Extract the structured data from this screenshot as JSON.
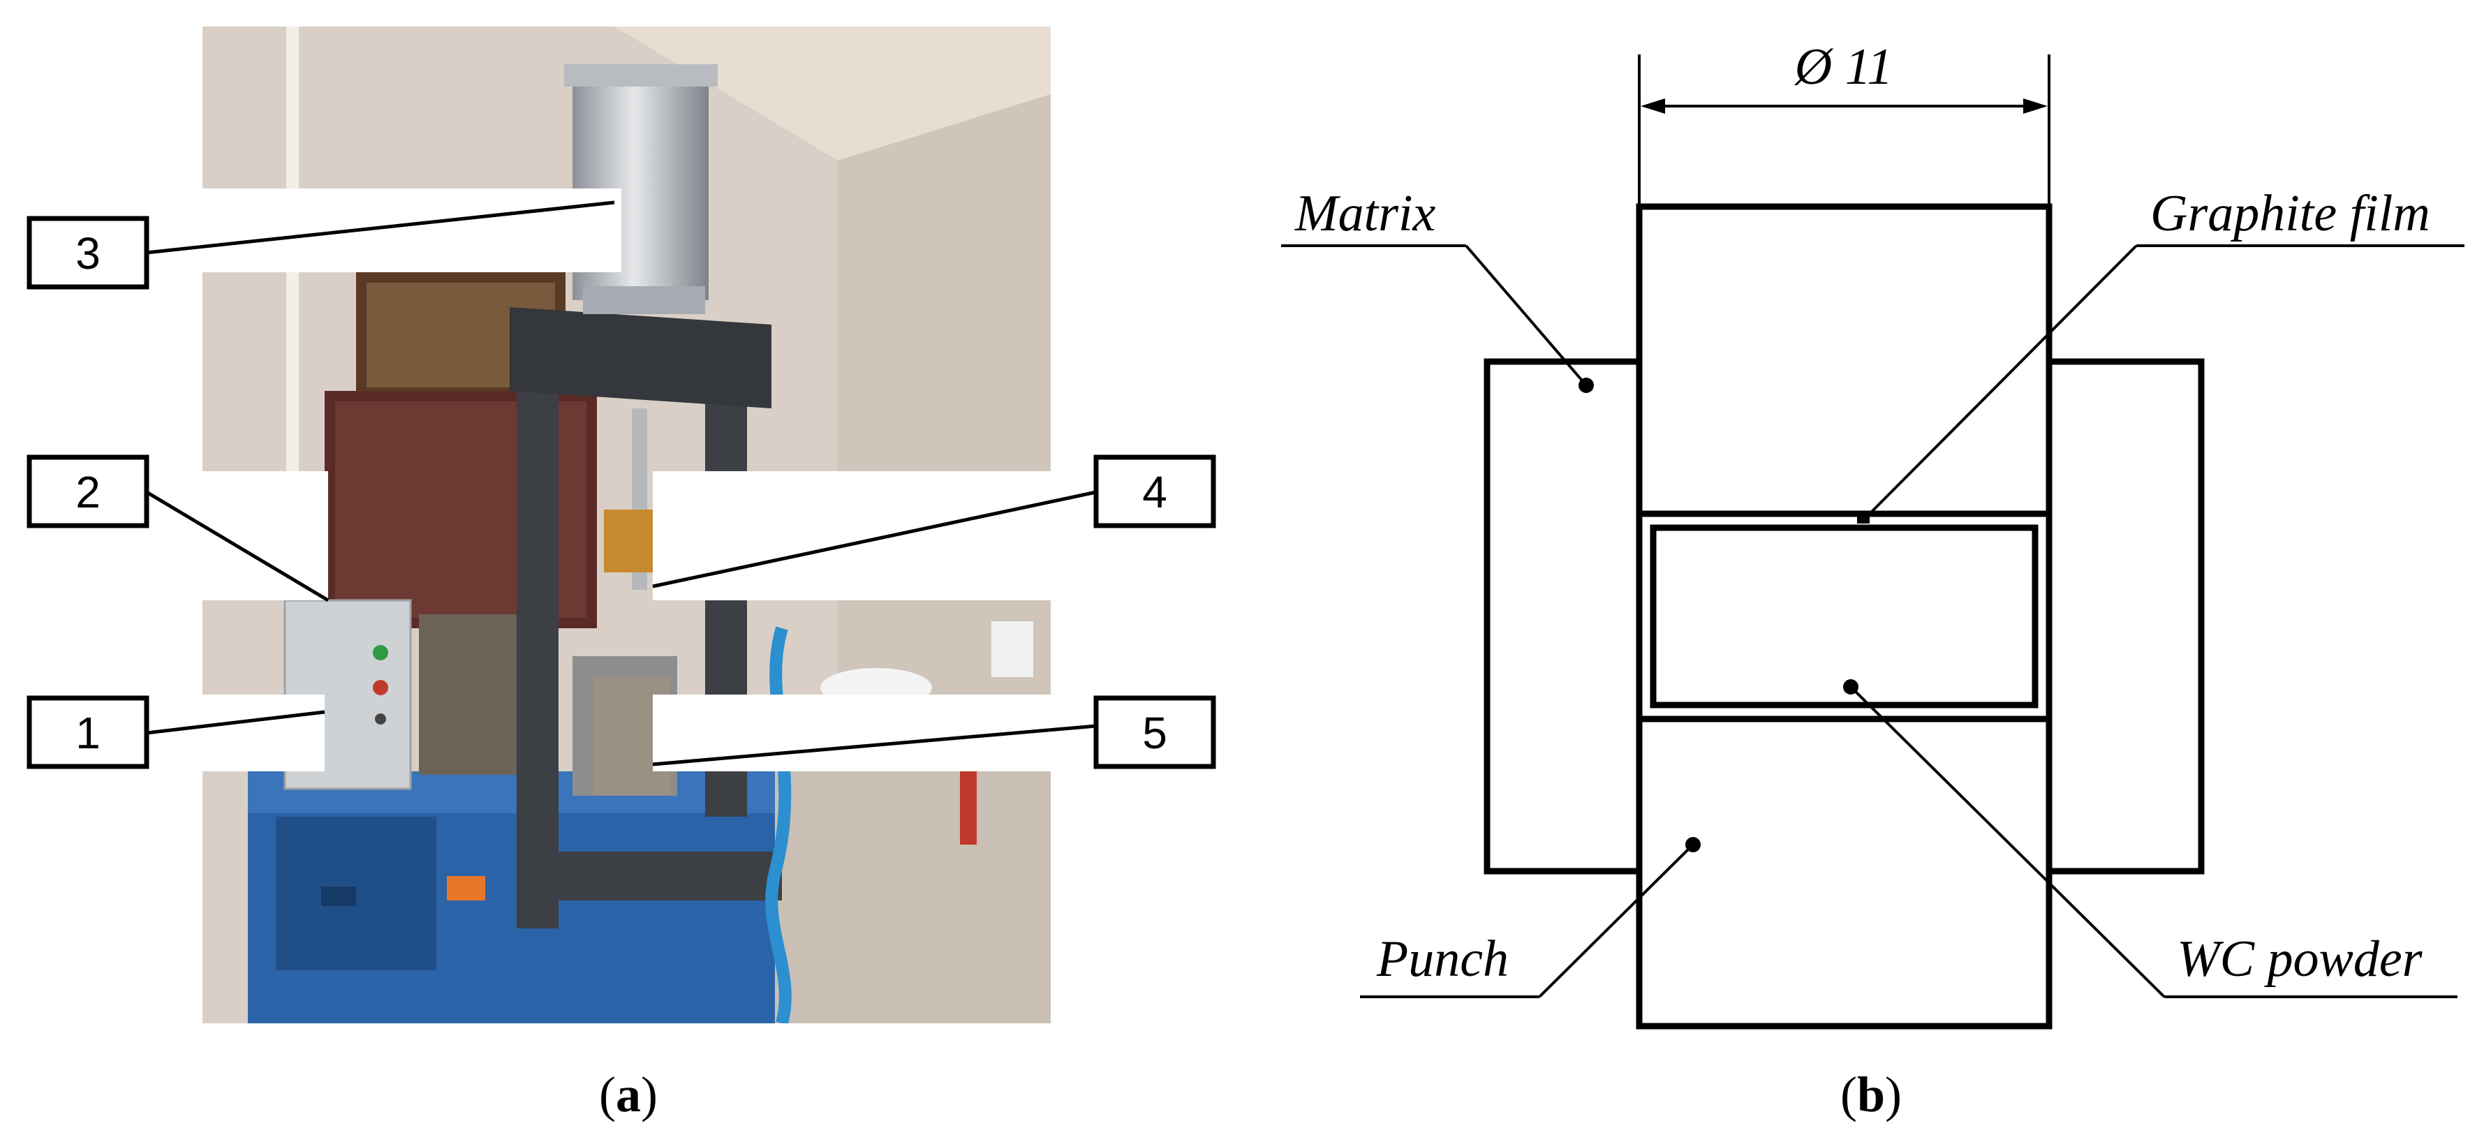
{
  "panel_a": {
    "callouts": [
      "1",
      "2",
      "3",
      "4",
      "5"
    ],
    "caption_open": "(",
    "caption_letter": "a",
    "caption_close": ")"
  },
  "panel_b": {
    "dimension": "Ø 11",
    "labels": {
      "matrix": "Matrix",
      "graphite_film": "Graphite film",
      "punch": "Punch",
      "wc_powder": "WC powder"
    },
    "caption_open": "(",
    "caption_letter": "b",
    "caption_close": ")"
  },
  "colors": {
    "wall": "#d9cfc6",
    "machine_blue": "#2a63a8",
    "frame_dark": "#3c3f44",
    "floor": "#c9bfb4"
  }
}
